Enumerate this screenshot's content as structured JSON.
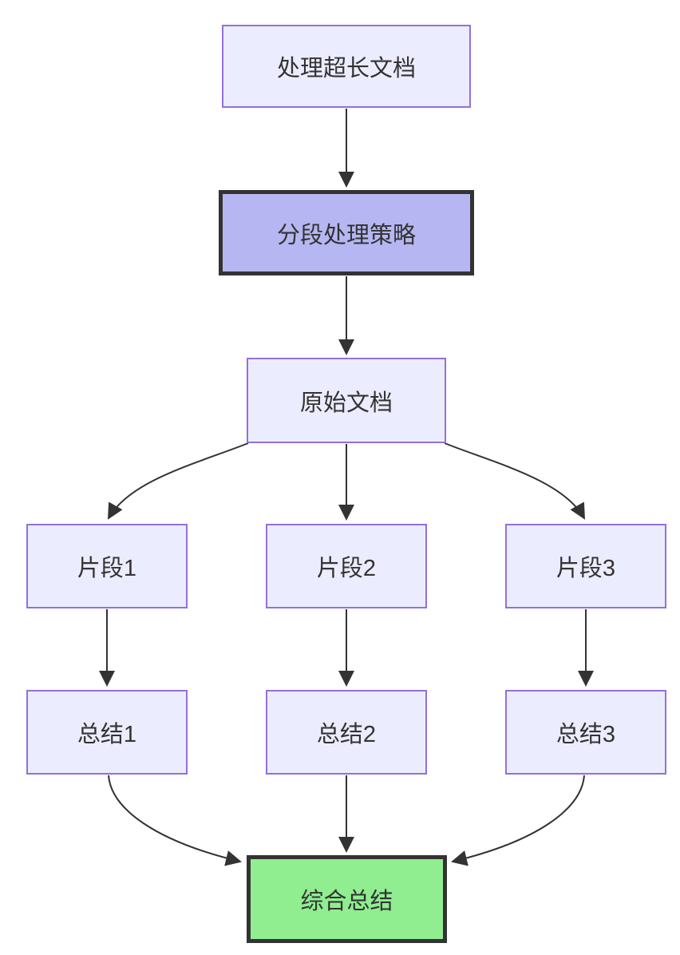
{
  "diagram": {
    "type": "flowchart",
    "direction": "top-down",
    "nodes": {
      "process": {
        "label": "处理超长文档",
        "style": "default"
      },
      "strategy": {
        "label": "分段处理策略",
        "style": "thick-purple"
      },
      "original": {
        "label": "原始文档",
        "style": "default"
      },
      "segment1": {
        "label": "片段1",
        "style": "default"
      },
      "segment2": {
        "label": "片段2",
        "style": "default"
      },
      "segment3": {
        "label": "片段3",
        "style": "default"
      },
      "summary1": {
        "label": "总结1",
        "style": "default"
      },
      "summary2": {
        "label": "总结2",
        "style": "default"
      },
      "summary3": {
        "label": "总结3",
        "style": "default"
      },
      "final": {
        "label": "综合总结",
        "style": "thick-green"
      }
    },
    "edges": [
      {
        "from": "处理超长文档",
        "to": "分段处理策略"
      },
      {
        "from": "分段处理策略",
        "to": "原始文档"
      },
      {
        "from": "原始文档",
        "to": "片段1"
      },
      {
        "from": "原始文档",
        "to": "片段2"
      },
      {
        "from": "原始文档",
        "to": "片段3"
      },
      {
        "from": "片段1",
        "to": "总结1"
      },
      {
        "from": "片段2",
        "to": "总结2"
      },
      {
        "from": "片段3",
        "to": "总结3"
      },
      {
        "from": "总结1",
        "to": "综合总结"
      },
      {
        "from": "总结2",
        "to": "综合总结"
      },
      {
        "from": "总结3",
        "to": "综合总结"
      }
    ],
    "colors": {
      "background": "#FFFFFF",
      "node_fill": "#ECECFF",
      "node_border": "#9370DB",
      "strategy_fill": "#B6B7F2",
      "strategy_border": "#333333",
      "final_fill": "#90EE90",
      "final_border": "#333333",
      "edge_stroke": "#333333",
      "text": "#333333"
    }
  }
}
